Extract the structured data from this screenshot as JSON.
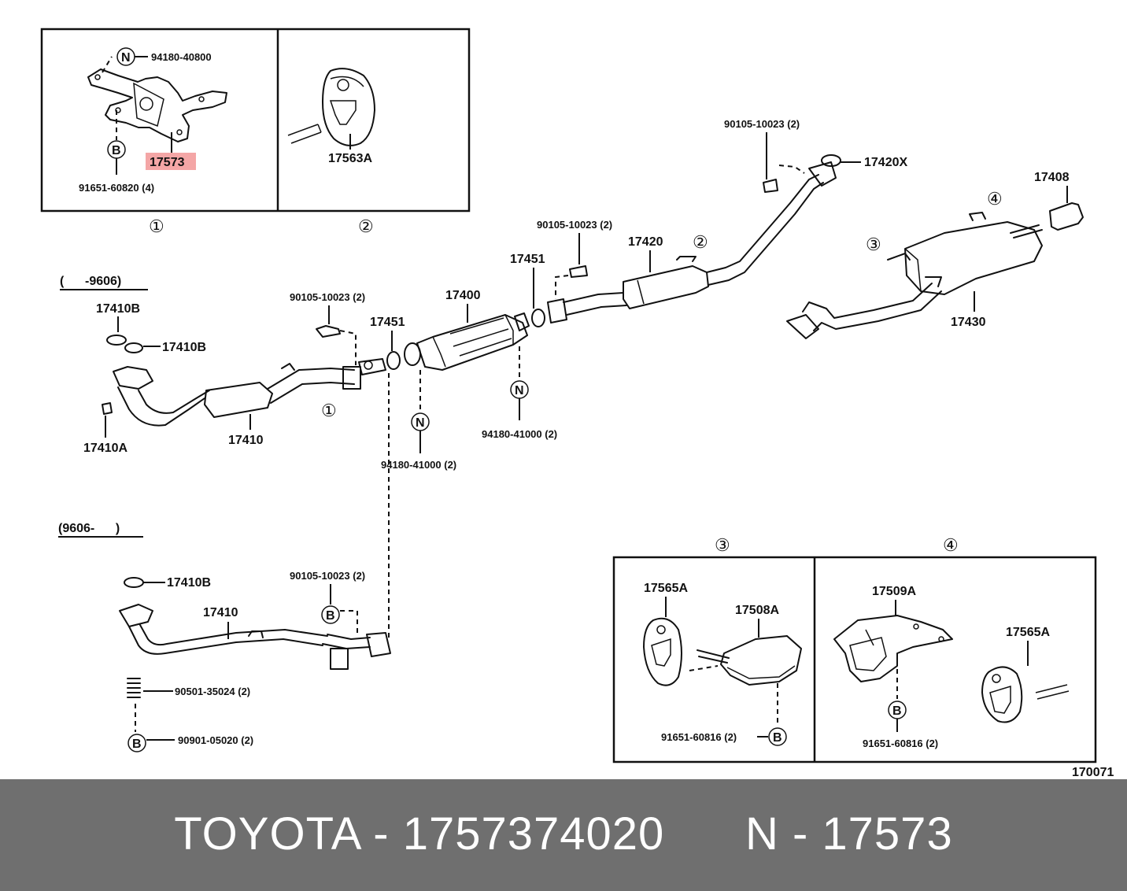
{
  "diagram": {
    "parts": {
      "p17573": "17573",
      "p94180_40800": "94180-40800",
      "p91651_60820": "91651-60820 (4)",
      "p17563A": "17563A",
      "p90105_top": "90105-10023 (2)",
      "p17420X": "17420X",
      "p17408": "17408",
      "p17430": "17430",
      "p17420": "17420",
      "p90105_mid": "90105-10023 (2)",
      "p17451_right": "17451",
      "p17400": "17400",
      "p17451_left": "17451",
      "p90105_left": "90105-10023 (2)",
      "p94180_41000_right": "94180-41000 (2)",
      "p94180_41000_left": "94180-41000 (2)",
      "p17410B_a": "17410B",
      "p17410B_b": "17410B",
      "p17410": "17410",
      "p17410A": "17410A",
      "p17410B_c": "17410B",
      "p17410_lower": "17410",
      "p90105_lower": "90105-10023 (2)",
      "p90501": "90501-35024 (2)",
      "p90901": "90901-05020 (2)",
      "p17565A_a": "17565A",
      "p17508A": "17508A",
      "p91651_60816_a": "91651-60816 (2)",
      "p17509A": "17509A",
      "p17565A_b": "17565A",
      "p91651_60816_b": "91651-60816 (2)"
    },
    "date_ranges": {
      "upper": "(      -9606)",
      "lower": "(9606-      )"
    },
    "refs": {
      "one": "①",
      "two": "②",
      "three": "③",
      "four": "④"
    },
    "markers": {
      "n": "N",
      "b": "B"
    },
    "figure_number": "170071",
    "highlight_color": "#f4a6a6"
  },
  "footer": {
    "text": "TOYOTA - 1757374020      N - 17573"
  }
}
